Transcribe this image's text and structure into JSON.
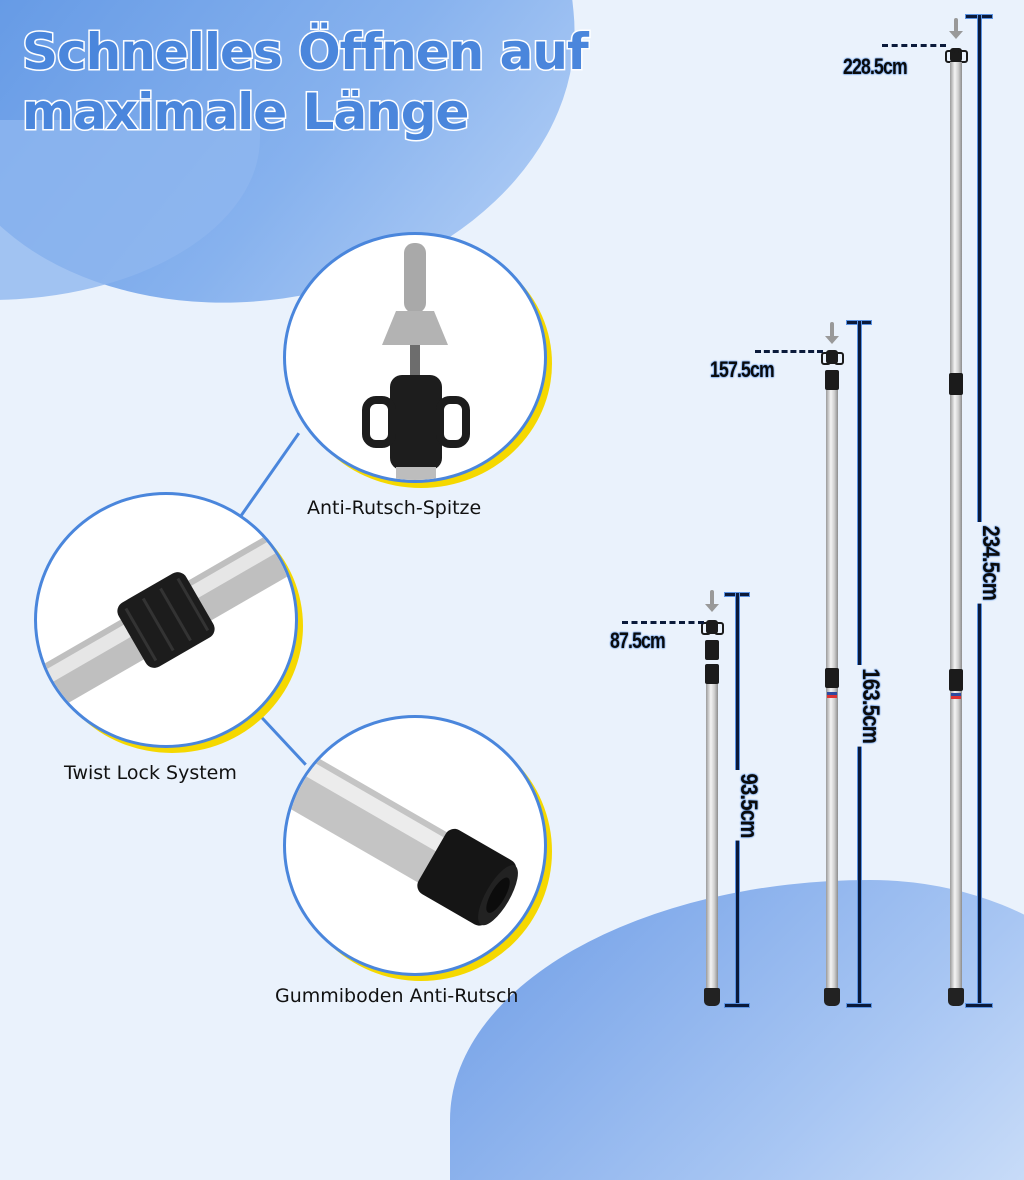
{
  "headline": {
    "line1": "Schnelles Öffnen auf",
    "line2": "maximale Länge"
  },
  "features": [
    {
      "label": "Anti-Rutsch-Spitze",
      "icon": "anti-slip-tip-closeup"
    },
    {
      "label": "Twist Lock System",
      "icon": "twist-lock-closeup"
    },
    {
      "label": "Gummiboden Anti-Rutsch",
      "icon": "rubber-foot-closeup"
    }
  ],
  "poles": [
    {
      "name": "small",
      "collapsed_label": "87.5cm",
      "extended_label": "93.5cm"
    },
    {
      "name": "medium",
      "collapsed_label": "157.5cm",
      "extended_label": "163.5cm"
    },
    {
      "name": "large",
      "collapsed_label": "228.5cm",
      "extended_label": "234.5cm"
    }
  ],
  "colors": {
    "accent_blue": "#4a86dc",
    "accent_yellow": "#f5d800",
    "background": "#eaf2fc",
    "measure_line": "#0b1a3a"
  }
}
